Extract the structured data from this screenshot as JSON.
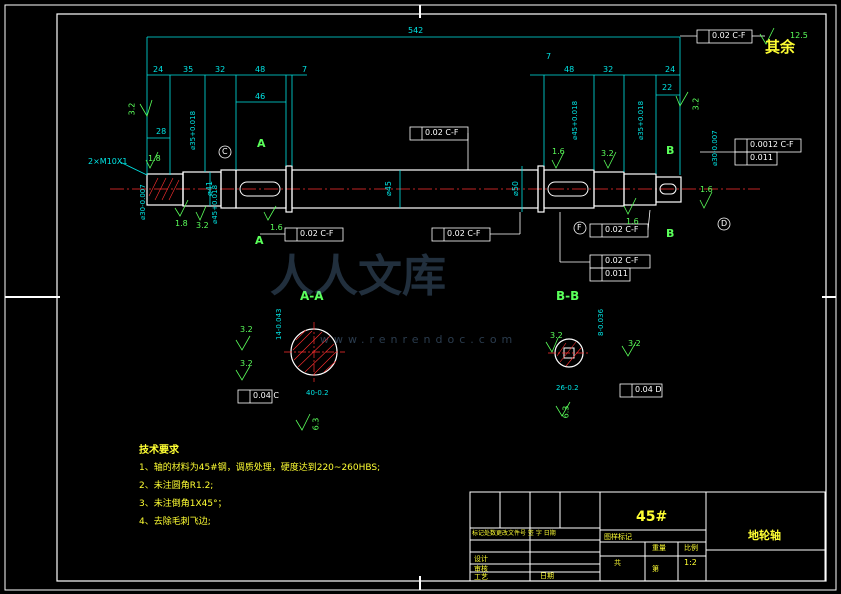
{
  "drawing": {
    "title_corner": "其余",
    "roughness_corner": "12.5",
    "overall_length": "542",
    "top_dims": [
      "24",
      "35",
      "32",
      "48",
      "7"
    ],
    "top_dims_right": [
      "7",
      "48",
      "32",
      "24"
    ],
    "top_dim_46": "46",
    "top_dim_22": "22",
    "left_28": "28",
    "left_1_8": "1.8",
    "left_thread": "2×M10X1",
    "left_tol1": "⌀30-0.007",
    "left_tol2": "⌀45+0.018",
    "left_3_2": "3.2",
    "left_1_8b": "1.8",
    "left_3_2b": "3.2",
    "left_1_6": "1.6",
    "left_phi41": "⌀41",
    "phi45_mid": "⌀45",
    "phi50_mid": "⌀50",
    "right_phi45": "⌀45+0.018",
    "right_phi35": "⌀35+0.018",
    "left_phi35": "⌀35+0.018",
    "right_phi30": "⌀30-0.007",
    "val_1_6a": "1.6",
    "val_3_2a": "3.2",
    "val_1_6b": "1.6",
    "val_3_2c": "3.2",
    "val_1_6c": "1.6",
    "datum_C": "C",
    "datum_F": "F",
    "datum_D": "D",
    "label_A1": "A",
    "label_A2": "A",
    "label_B1": "B",
    "label_B2": "B",
    "fcf_top": "0.02 C-F",
    "fcf_mid": "0.02 C-F",
    "fcf_lower_left": "0.02 C-F",
    "fcf_lower_mid": "0.02 C-F",
    "fcf_lower_right": "0.02 C-F",
    "fcf_right1": "0.0012 C-F",
    "fcf_right2": "0.011",
    "fcf_low1": "0.02 C-F",
    "fcf_low2": "0.011",
    "section_AA": "A-A",
    "section_BB": "B-B",
    "aa_dim1": "14-0.043",
    "aa_dim2": "40-0.2",
    "aa_rough1": "3.2",
    "aa_rough2": "3.2",
    "aa_rough3": "6.3",
    "aa_fcf": "0.04 C",
    "bb_dim1": "8-0.036",
    "bb_dim2": "26-0.2",
    "bb_rough1": "3.2",
    "bb_rough2": "3.2",
    "bb_rough3": "6.3",
    "bb_fcf": "0.04 D",
    "tech_title": "技术要求",
    "tech_items": [
      "1、轴的材料为45#钢，调质处理，硬度达到220~260HBS;",
      "2、未注圆角R1.2;",
      "3、未注倒角1X45°；",
      "4、去除毛刺飞边;"
    ],
    "watermark": "人人文库",
    "watermark_url": "www.renrendoc.com"
  },
  "title_block": {
    "material": "45#",
    "part_name": "地轮轴",
    "row_header": "标记处数更改文件号 签 字 日期",
    "row2": "设计",
    "row3": "审核",
    "row4": "工艺",
    "col_a": "图样标记",
    "col_b": "重量",
    "col_c": "比例",
    "scale": "1:2",
    "sheet": "共",
    "sheet2": "第",
    "date": "日期"
  }
}
